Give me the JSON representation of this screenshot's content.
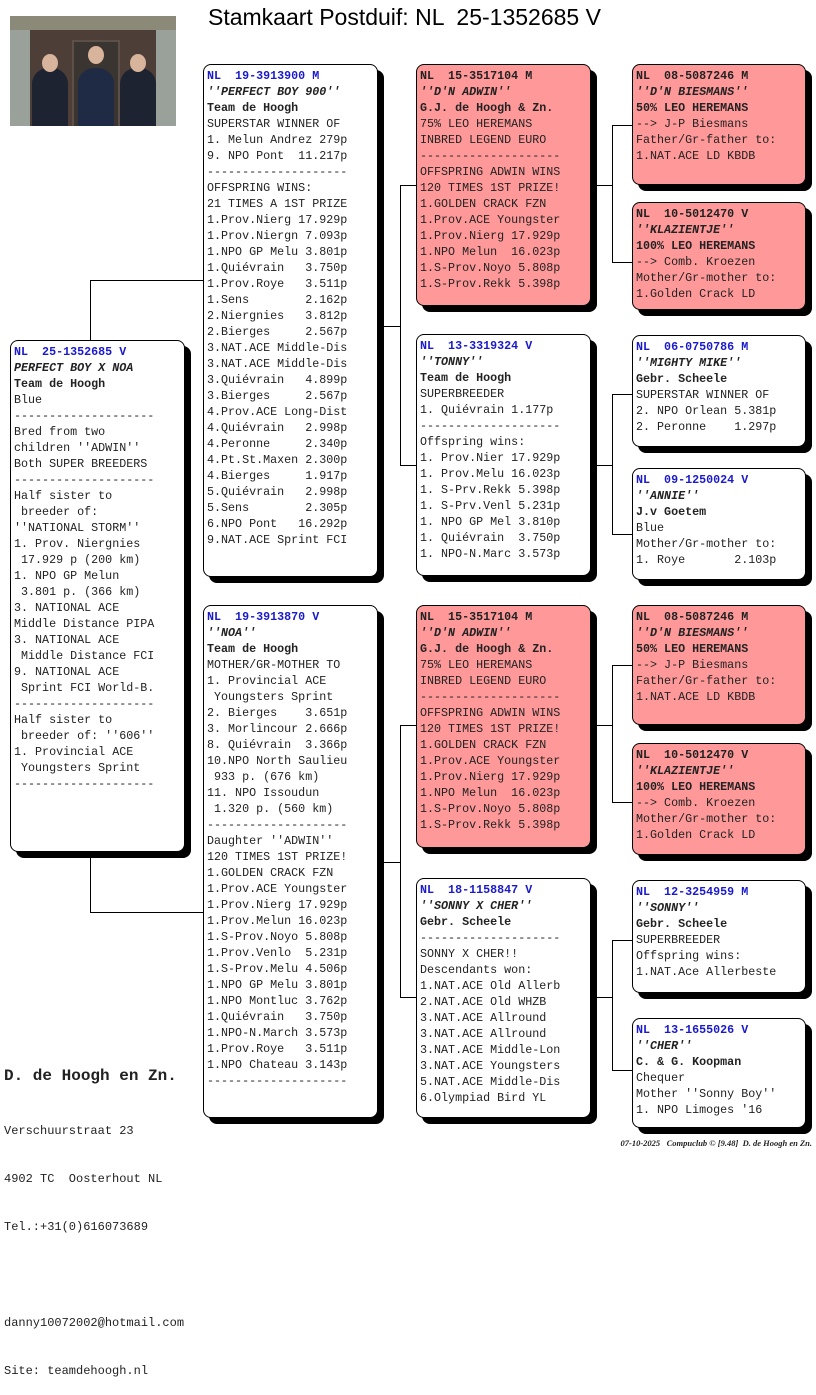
{
  "header": {
    "title": "Stamkaart Postduif: NL  25-1352685 V"
  },
  "owner": {
    "name": "D. de Hoogh en Zn.",
    "address": "Verschuurstraat 23",
    "city": "4902 TC  Oosterhout NL",
    "phone": "Tel.:+31(0)616073689",
    "email": "danny10072002@hotmail.com",
    "site": "Site: teamdehoogh.nl"
  },
  "footer": {
    "date": "07-10-2025",
    "credit": "Compuclub © [9.48]  D. de Hoogh en Zn."
  },
  "boxes": [
    {
      "id": "subject",
      "red": false,
      "ring": "NL  25-1352685 V",
      "name": "PERFECT BOY X NOA",
      "owner": "Team de Hoogh",
      "lines": [
        "Blue",
        "--------------------",
        "Bred from two",
        "children ''ADWIN''",
        "Both SUPER BREEDERS",
        "--------------------",
        "Half sister to",
        " breeder of:",
        "''NATIONAL STORM''",
        "1. Prov. Niergnies",
        " 17.929 p (200 km)",
        "1. NPO GP Melun",
        " 3.801 p. (366 km)",
        "3. NATIONAL ACE",
        "Middle Distance PIPA",
        "3. NATIONAL ACE",
        " Middle Distance FCI",
        "9. NATIONAL ACE",
        " Sprint FCI World-B.",
        "--------------------",
        "Half sister to",
        " breeder of: ''606''",
        "1. Provincial ACE",
        " Youngsters Sprint",
        "--------------------"
      ]
    },
    {
      "id": "sire",
      "red": false,
      "ring": "NL  19-3913900 M",
      "name": "''PERFECT BOY 900''",
      "owner": "Team de Hoogh",
      "lines": [
        "SUPERSTAR WINNER OF",
        "1. Melun Andrez 279p",
        "9. NPO Pont  11.217p",
        "--------------------",
        "OFFSPRING WINS:",
        "21 TIMES A 1ST PRIZE",
        "1.Prov.Nierg 17.929p",
        "1.Prov.Niergn 7.093p",
        "1.NPO GP Melu 3.801p",
        "1.Quiévrain   3.750p",
        "1.Prov.Roye   3.511p",
        "1.Sens        2.162p",
        "2.Niergnies   3.812p",
        "2.Bierges     2.567p",
        "3.NAT.ACE Middle-Dis",
        "3.NAT.ACE Middle-Dis",
        "3.Quiévrain   4.899p",
        "3.Bierges     2.567p",
        "4.Prov.ACE Long-Dist",
        "4.Quiévrain   2.998p",
        "4.Peronne     2.340p",
        "4.Pt.St.Maxen 2.300p",
        "4.Bierges     1.917p",
        "5.Quiévrain   2.998p",
        "5.Sens        2.305p",
        "6.NPO Pont   16.292p",
        "9.NAT.ACE Sprint FCI"
      ]
    },
    {
      "id": "dam",
      "red": false,
      "ring": "NL  19-3913870 V",
      "name": "''NOA''",
      "owner": "Team de Hoogh",
      "lines": [
        "MOTHER/GR-MOTHER TO",
        "1. Provincial ACE",
        " Youngsters Sprint",
        "2. Bierges    3.651p",
        "3. Morlincour 2.666p",
        "8. Quiévrain  3.366p",
        "10.NPO North Saulieu",
        " 933 p. (676 km)",
        "11. NPO Issoudun",
        " 1.320 p. (560 km)",
        "--------------------",
        "Daughter ''ADWIN''",
        "120 TIMES 1ST PRIZE!",
        "1.GOLDEN CRACK FZN",
        "1.Prov.ACE Youngster",
        "1.Prov.Nierg 17.929p",
        "1.Prov.Melun 16.023p",
        "1.S-Prov.Noyo 5.808p",
        "1.Prov.Venlo  5.231p",
        "1.S-Prov.Melu 4.506p",
        "1.NPO GP Melu 3.801p",
        "1.NPO Montluc 3.762p",
        "1.Quiévrain   3.750p",
        "1.NPO-N.March 3.573p",
        "1.Prov.Roye   3.511p",
        "1.NPO Chateau 3.143p",
        "--------------------"
      ]
    },
    {
      "id": "ss",
      "red": true,
      "ring": "NL  15-3517104 M",
      "name": "''D'N ADWIN''",
      "owner": "G.J. de Hoogh & Zn.",
      "lines": [
        "75% LEO HEREMANS",
        "INBRED LEGEND EURO",
        "--------------------",
        "OFFSPRING ADWIN WINS",
        "120 TIMES 1ST PRIZE!",
        "1.GOLDEN CRACK FZN",
        "1.Prov.ACE Youngster",
        "1.Prov.Nierg 17.929p",
        "1.NPO Melun  16.023p",
        "1.S-Prov.Noyo 5.808p",
        "1.S-Prov.Rekk 5.398p"
      ]
    },
    {
      "id": "sd",
      "red": false,
      "ring": "NL  13-3319324 V",
      "name": "''TONNY''",
      "owner": "Team de Hoogh",
      "lines": [
        "SUPERBREEDER",
        "1. Quiévrain 1.177p",
        "--------------------",
        "Offspring wins:",
        "1. Prov.Nier 17.929p",
        "1. Prov.Melu 16.023p",
        "1. S-Prv.Rekk 5.398p",
        "1. S-Prv.Venl 5.231p",
        "1. NPO GP Mel 3.810p",
        "1. Quiévrain  3.750p",
        "1. NPO-N.Marc 3.573p"
      ]
    },
    {
      "id": "ds",
      "red": true,
      "ring": "NL  15-3517104 M",
      "name": "''D'N ADWIN''",
      "owner": "G.J. de Hoogh & Zn.",
      "lines": [
        "75% LEO HEREMANS",
        "INBRED LEGEND EURO",
        "--------------------",
        "OFFSPRING ADWIN WINS",
        "120 TIMES 1ST PRIZE!",
        "1.GOLDEN CRACK FZN",
        "1.Prov.ACE Youngster",
        "1.Prov.Nierg 17.929p",
        "1.NPO Melun  16.023p",
        "1.S-Prov.Noyo 5.808p",
        "1.S-Prov.Rekk 5.398p"
      ]
    },
    {
      "id": "dd",
      "red": false,
      "ring": "NL  18-1158847 V",
      "name": "''SONNY X CHER''",
      "owner": "Gebr. Scheele",
      "lines": [
        "--------------------",
        "SONNY X CHER!!",
        "Descendants won:",
        "1.NAT.ACE Old Allerb",
        "2.NAT.ACE Old WHZB",
        "3.NAT.ACE Allround",
        "3.NAT.ACE Allround",
        "3.NAT.ACE Middle-Lon",
        "3.NAT.ACE Youngsters",
        "5.NAT.ACE Middle-Dis",
        "6.Olympiad Bird YL"
      ]
    },
    {
      "id": "sss",
      "red": true,
      "ring": "NL  08-5087246 M",
      "name": "''D'N BIESMANS''",
      "owner": "50% LEO HEREMANS",
      "lines": [
        "--> J-P Biesmans",
        "Father/Gr-father to:",
        "1.NAT.ACE LD KBDB"
      ]
    },
    {
      "id": "ssd",
      "red": true,
      "ring": "NL  10-5012470 V",
      "name": "''KLAZIENTJE''",
      "owner": "100% LEO HEREMANS",
      "lines": [
        "--> Comb. Kroezen",
        "Mother/Gr-mother to:",
        "1.Golden Crack LD"
      ]
    },
    {
      "id": "sds",
      "red": false,
      "ring": "NL  06-0750786 M",
      "name": "''MIGHTY MIKE''",
      "owner": "Gebr. Scheele",
      "lines": [
        "SUPERSTAR WINNER OF",
        "2. NPO Orlean 5.381p",
        "2. Peronne    1.297p"
      ]
    },
    {
      "id": "sdd",
      "red": false,
      "ring": "NL  09-1250024 V",
      "name": "''ANNIE''",
      "owner": "J.v Goetem",
      "lines": [
        "Blue",
        "Mother/Gr-mother to:",
        "1. Roye       2.103p"
      ]
    },
    {
      "id": "dss",
      "red": true,
      "ring": "NL  08-5087246 M",
      "name": "''D'N BIESMANS''",
      "owner": "50% LEO HEREMANS",
      "lines": [
        "--> J-P Biesmans",
        "Father/Gr-father to:",
        "1.NAT.ACE LD KBDB"
      ]
    },
    {
      "id": "dsd",
      "red": true,
      "ring": "NL  10-5012470 V",
      "name": "''KLAZIENTJE''",
      "owner": "100% LEO HEREMANS",
      "lines": [
        "--> Comb. Kroezen",
        "Mother/Gr-mother to:",
        "1.Golden Crack LD"
      ]
    },
    {
      "id": "dds",
      "red": false,
      "ring": "NL  12-3254959 M",
      "name": "''SONNY''",
      "owner": "Gebr. Scheele",
      "lines": [
        "SUPERBREEDER",
        "Offspring wins:",
        "1.NAT.Ace Allerbeste"
      ]
    },
    {
      "id": "ddd",
      "red": false,
      "ring": "NL  13-1655026 V",
      "name": "''CHER''",
      "owner": "C. & G. Koopman",
      "lines": [
        "Chequer",
        "Mother ''Sonny Boy''",
        "1. NPO Limoges '16"
      ]
    }
  ]
}
